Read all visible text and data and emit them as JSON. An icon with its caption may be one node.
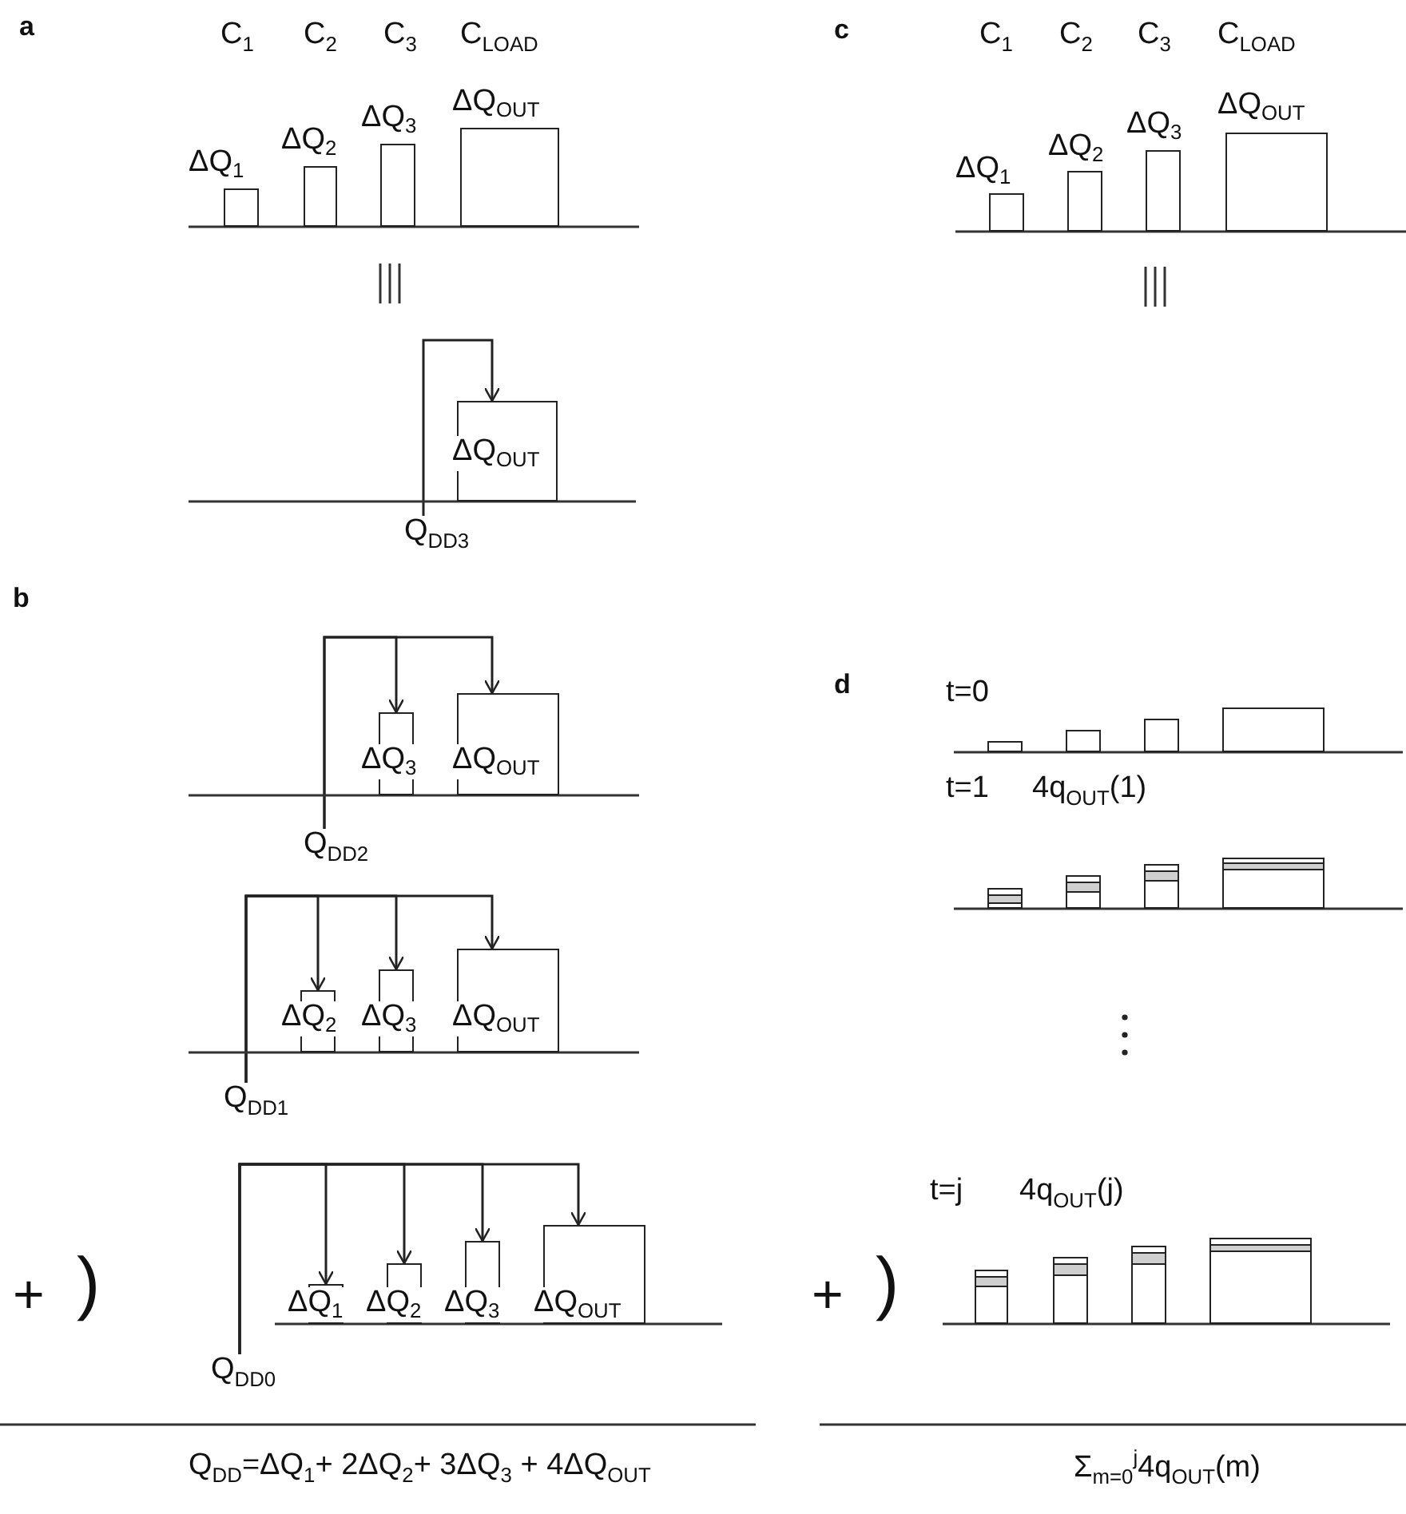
{
  "diagram": {
    "nodes": [
      {
        "text": [
          "ΔQ$_{1}$"
        ]
      },
      {
        "text": [
          "ΔQ$_{2}$"
        ]
      },
      {
        "text": [
          "ΔQ$_{3}$"
        ]
      },
      {
        "text": [
          "ΔQ$_{OUT}$"
        ]
      },
      {
        "text": [
          "ΔQ$_{OUT}$"
        ]
      },
      {
        "text": [
          "Q$_{DD3}$"
        ]
      },
      {
        "text": [
          "ΔQ$_{1}$"
        ]
      },
      {
        "text": [
          "ΔQ$_{2}$"
        ]
      },
      {
        "text": [
          "ΔQ$_{3}$"
        ]
      },
      {
        "text": [
          "ΔQ$_{OUT}$"
        ]
      },
      {
        "text": [
          "ΔQ$_{3}$"
        ]
      },
      {
        "text": [
          "ΔQ$_{OUT}$"
        ]
      },
      {
        "text": [
          "Q$_{DD2}$"
        ]
      },
      {
        "text": [
          "ΔQ$_{2}$"
        ]
      },
      {
        "text": [
          "ΔQ$_{3}$"
        ]
      },
      {
        "text": [
          "ΔQ$_{OUT}$"
        ]
      },
      {
        "text": [
          "Q$_{DD1}$"
        ]
      },
      {
        "text": [
          "ΔQ$_{1}$"
        ]
      },
      {
        "text": [
          "ΔQ$_{2}$"
        ]
      },
      {
        "text": [
          "ΔQ$_{3}$"
        ]
      },
      {
        "text": [
          "ΔQ$_{OUT}$"
        ]
      },
      {
        "text": [
          "Q$_{DD0}$"
        ]
      },
      {
        "text": [],
        "shape": "bar"
      },
      {
        "text": [],
        "shape": "bar"
      },
      {
        "text": [],
        "shape": "bar"
      },
      {
        "text": [],
        "shape": "bar"
      },
      {
        "text": [],
        "shape": "bar"
      },
      {
        "text": [],
        "shape": "bar"
      },
      {
        "text": [],
        "shape": "bar"
      },
      {
        "text": [],
        "shape": "bar"
      },
      {
        "text": [],
        "shape": "bar"
      },
      {
        "text": [],
        "shape": "bar"
      },
      {
        "text": [],
        "shape": "bar"
      },
      {
        "text": [],
        "shape": "bar"
      }
    ],
    "edges": [
      {
        "from": 5,
        "to": 4,
        "arrow": "to"
      },
      {
        "from": 12,
        "to": 10,
        "arrow": "to"
      },
      {
        "from": 12,
        "to": 11,
        "arrow": "to"
      },
      {
        "from": 16,
        "to": 13,
        "arrow": "to"
      },
      {
        "from": 16,
        "to": 14,
        "arrow": "to"
      },
      {
        "from": 16,
        "to": 15,
        "arrow": "to"
      },
      {
        "from": 21,
        "to": 17,
        "arrow": "to"
      },
      {
        "from": 21,
        "to": 18,
        "arrow": "to"
      },
      {
        "from": 21,
        "to": 19,
        "arrow": "to"
      },
      {
        "from": 21,
        "to": 20,
        "arrow": "to"
      }
    ],
    "labels": [
      "a",
      "C$_{1}$",
      "C$_{2}$",
      "C$_{3}$",
      "C$_{LOAD}$",
      "c",
      "C$_{1}$",
      "C$_{2}$",
      "C$_{3}$",
      "C$_{LOAD}$",
      "b",
      "+",
      ")",
      "d",
      "t=0",
      "t=1",
      "4q$_{OUT}$(1)",
      "t=j",
      "4q$_{OUT}$(j)",
      "+",
      ")",
      "Q$_{DD}$=ΔQ$_{1}$+ 2ΔQ$_{2}$+ 3ΔQ$_{3}$ + 4ΔQ$_{OUT}$",
      "Σ$_{m=0}$$^{j}$4q$_{OUT}$(m)"
    ]
  }
}
